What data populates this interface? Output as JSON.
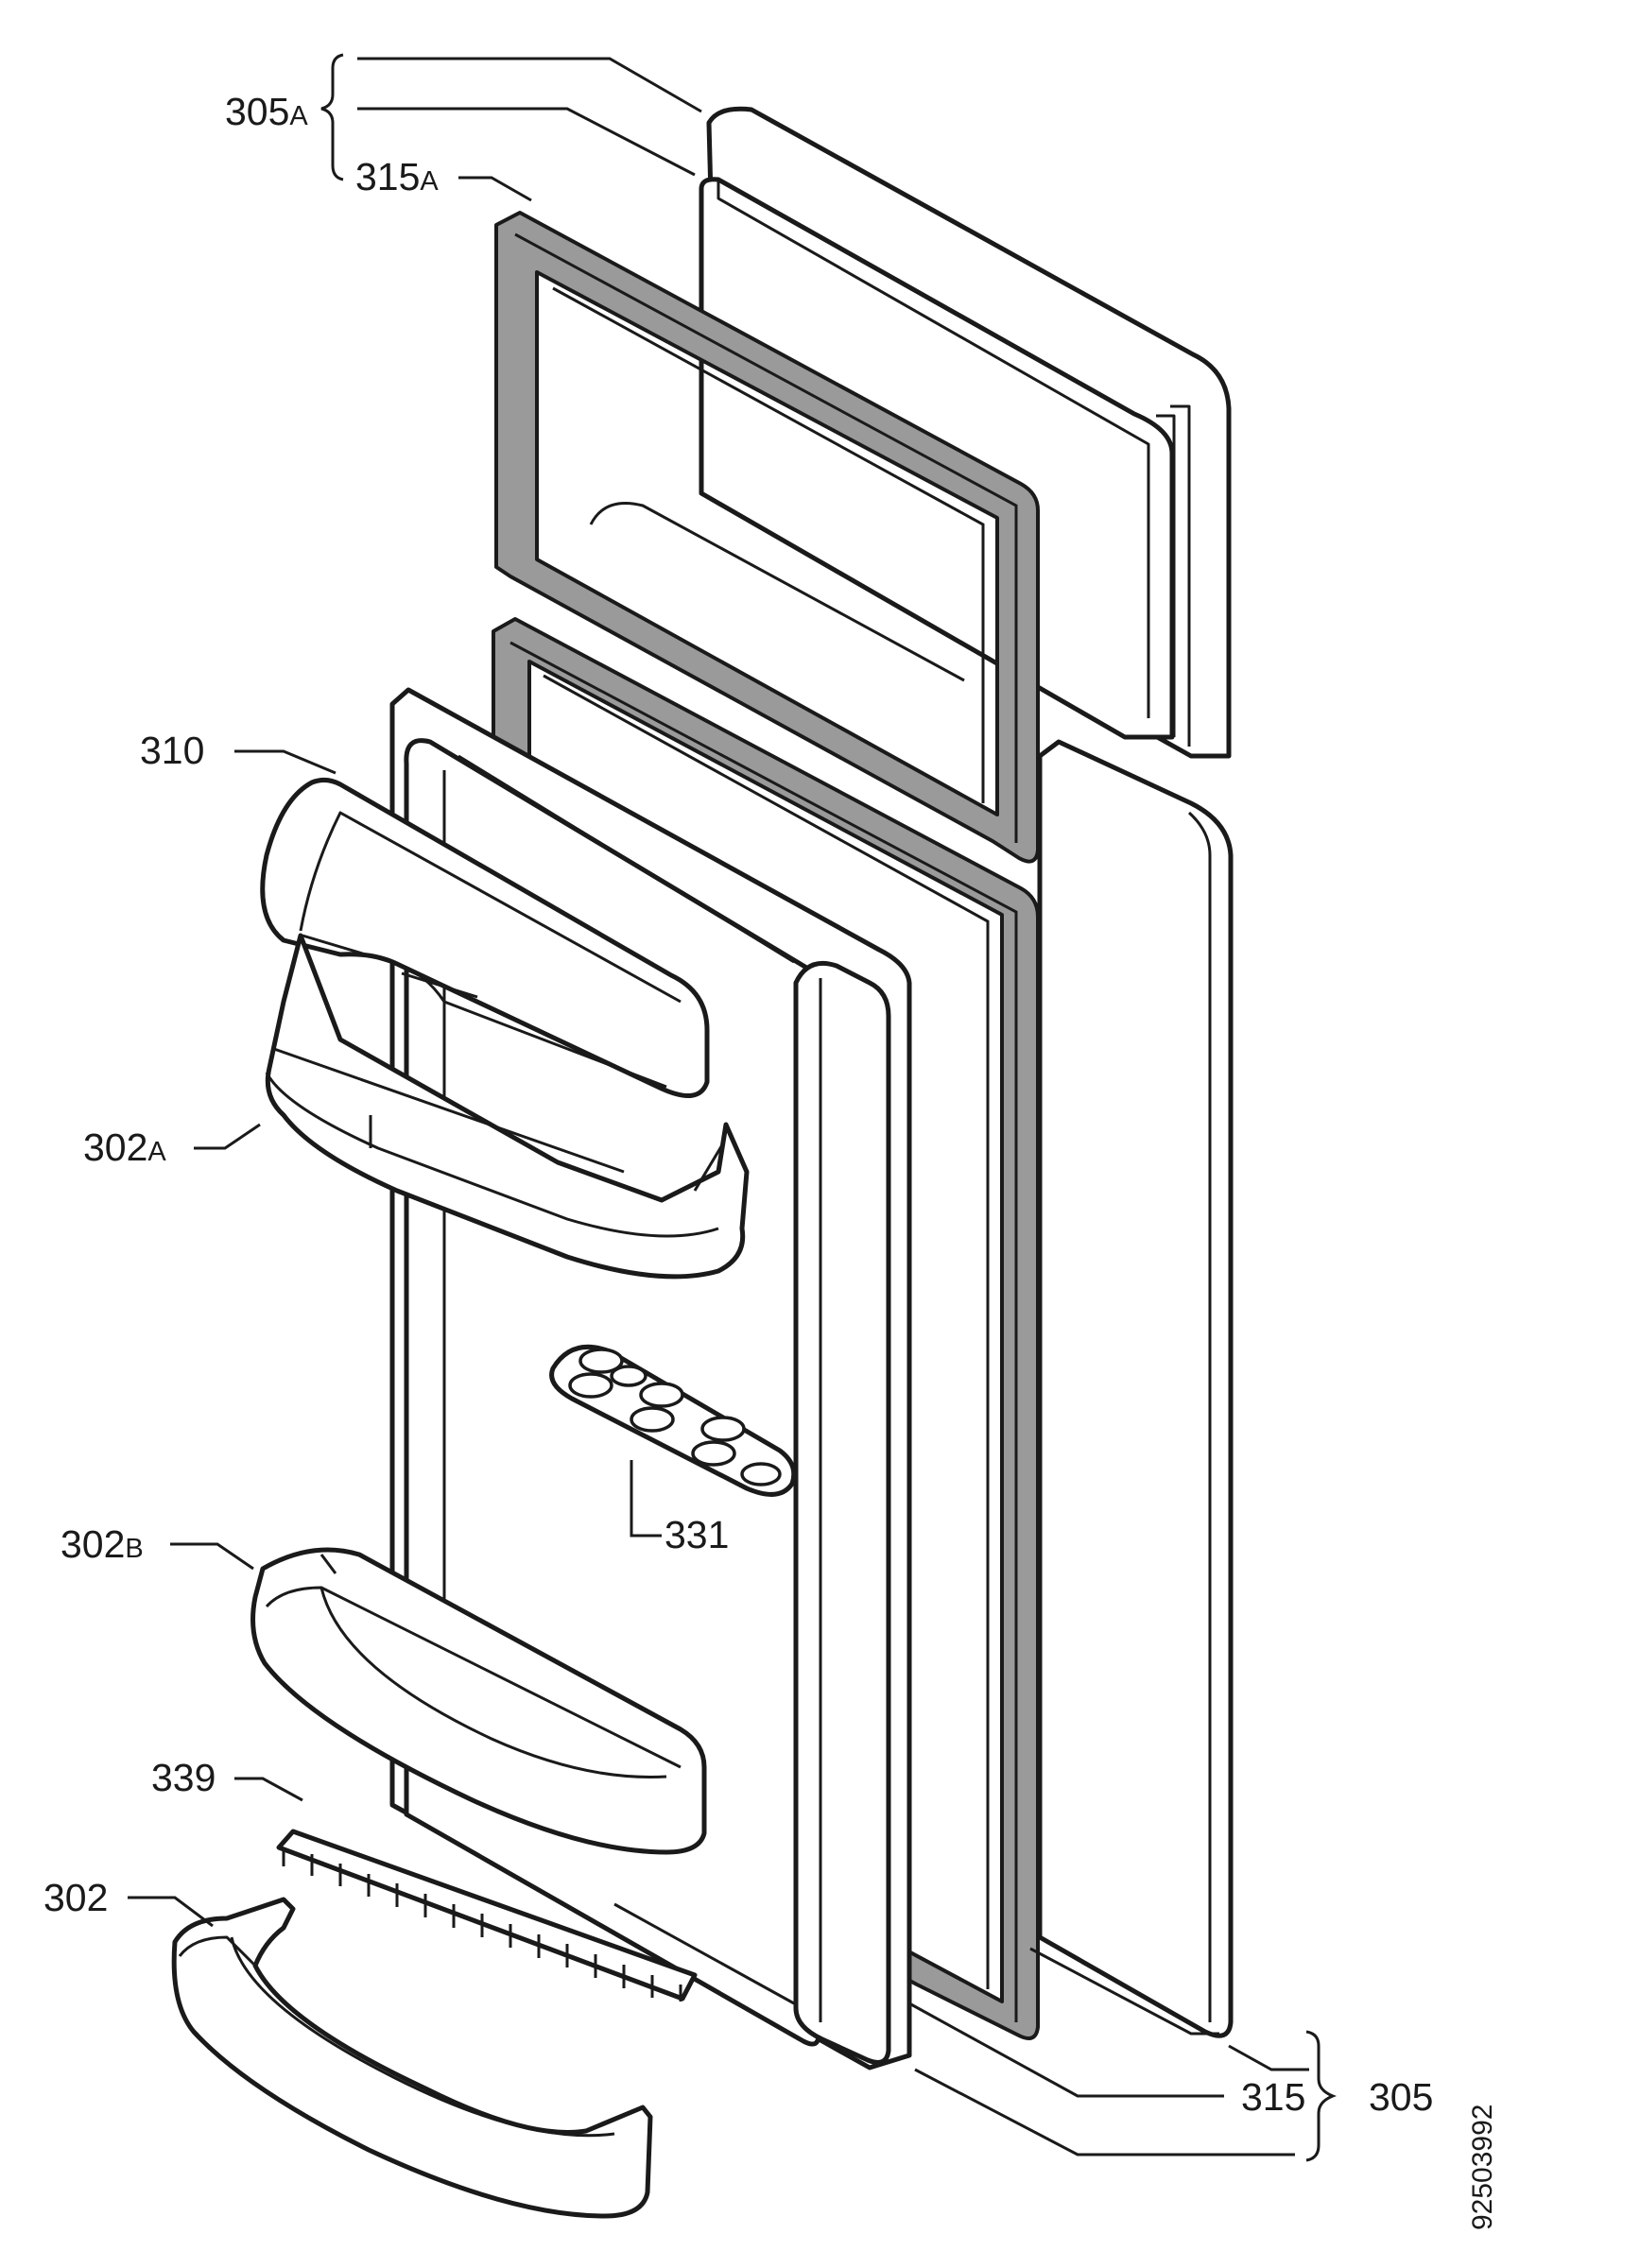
{
  "drawing_number": "92503992",
  "labels": [
    {
      "id": "305A",
      "main": "305",
      "suffix": "A"
    },
    {
      "id": "315A",
      "main": "315",
      "suffix": "A"
    },
    {
      "id": "310",
      "main": "310",
      "suffix": ""
    },
    {
      "id": "302A",
      "main": "302",
      "suffix": "A"
    },
    {
      "id": "331",
      "main": "331",
      "suffix": ""
    },
    {
      "id": "302B",
      "main": "302",
      "suffix": "B"
    },
    {
      "id": "339",
      "main": "339",
      "suffix": ""
    },
    {
      "id": "302",
      "main": "302",
      "suffix": ""
    },
    {
      "id": "315",
      "main": "315",
      "suffix": ""
    },
    {
      "id": "305",
      "main": "305",
      "suffix": ""
    }
  ],
  "parts": [
    {
      "ref": "labels.0",
      "icon": "freezer-door-icon"
    },
    {
      "ref": "labels.1",
      "icon": "freezer-gasket-icon"
    },
    {
      "ref": "labels.2",
      "icon": "dairy-cover-icon"
    },
    {
      "ref": "labels.3",
      "icon": "upper-door-shelf-icon"
    },
    {
      "ref": "labels.4",
      "icon": "egg-tray-icon"
    },
    {
      "ref": "labels.5",
      "icon": "middle-door-shelf-icon"
    },
    {
      "ref": "labels.6",
      "icon": "bottle-guard-icon"
    },
    {
      "ref": "labels.7",
      "icon": "lower-door-shelf-icon"
    },
    {
      "ref": "labels.8",
      "icon": "fridge-gasket-icon"
    },
    {
      "ref": "labels.9",
      "icon": "fridge-door-icon"
    }
  ],
  "colors": {
    "line": "#1a1a1a",
    "gasket": "#9a9a9a",
    "background": "#ffffff"
  }
}
